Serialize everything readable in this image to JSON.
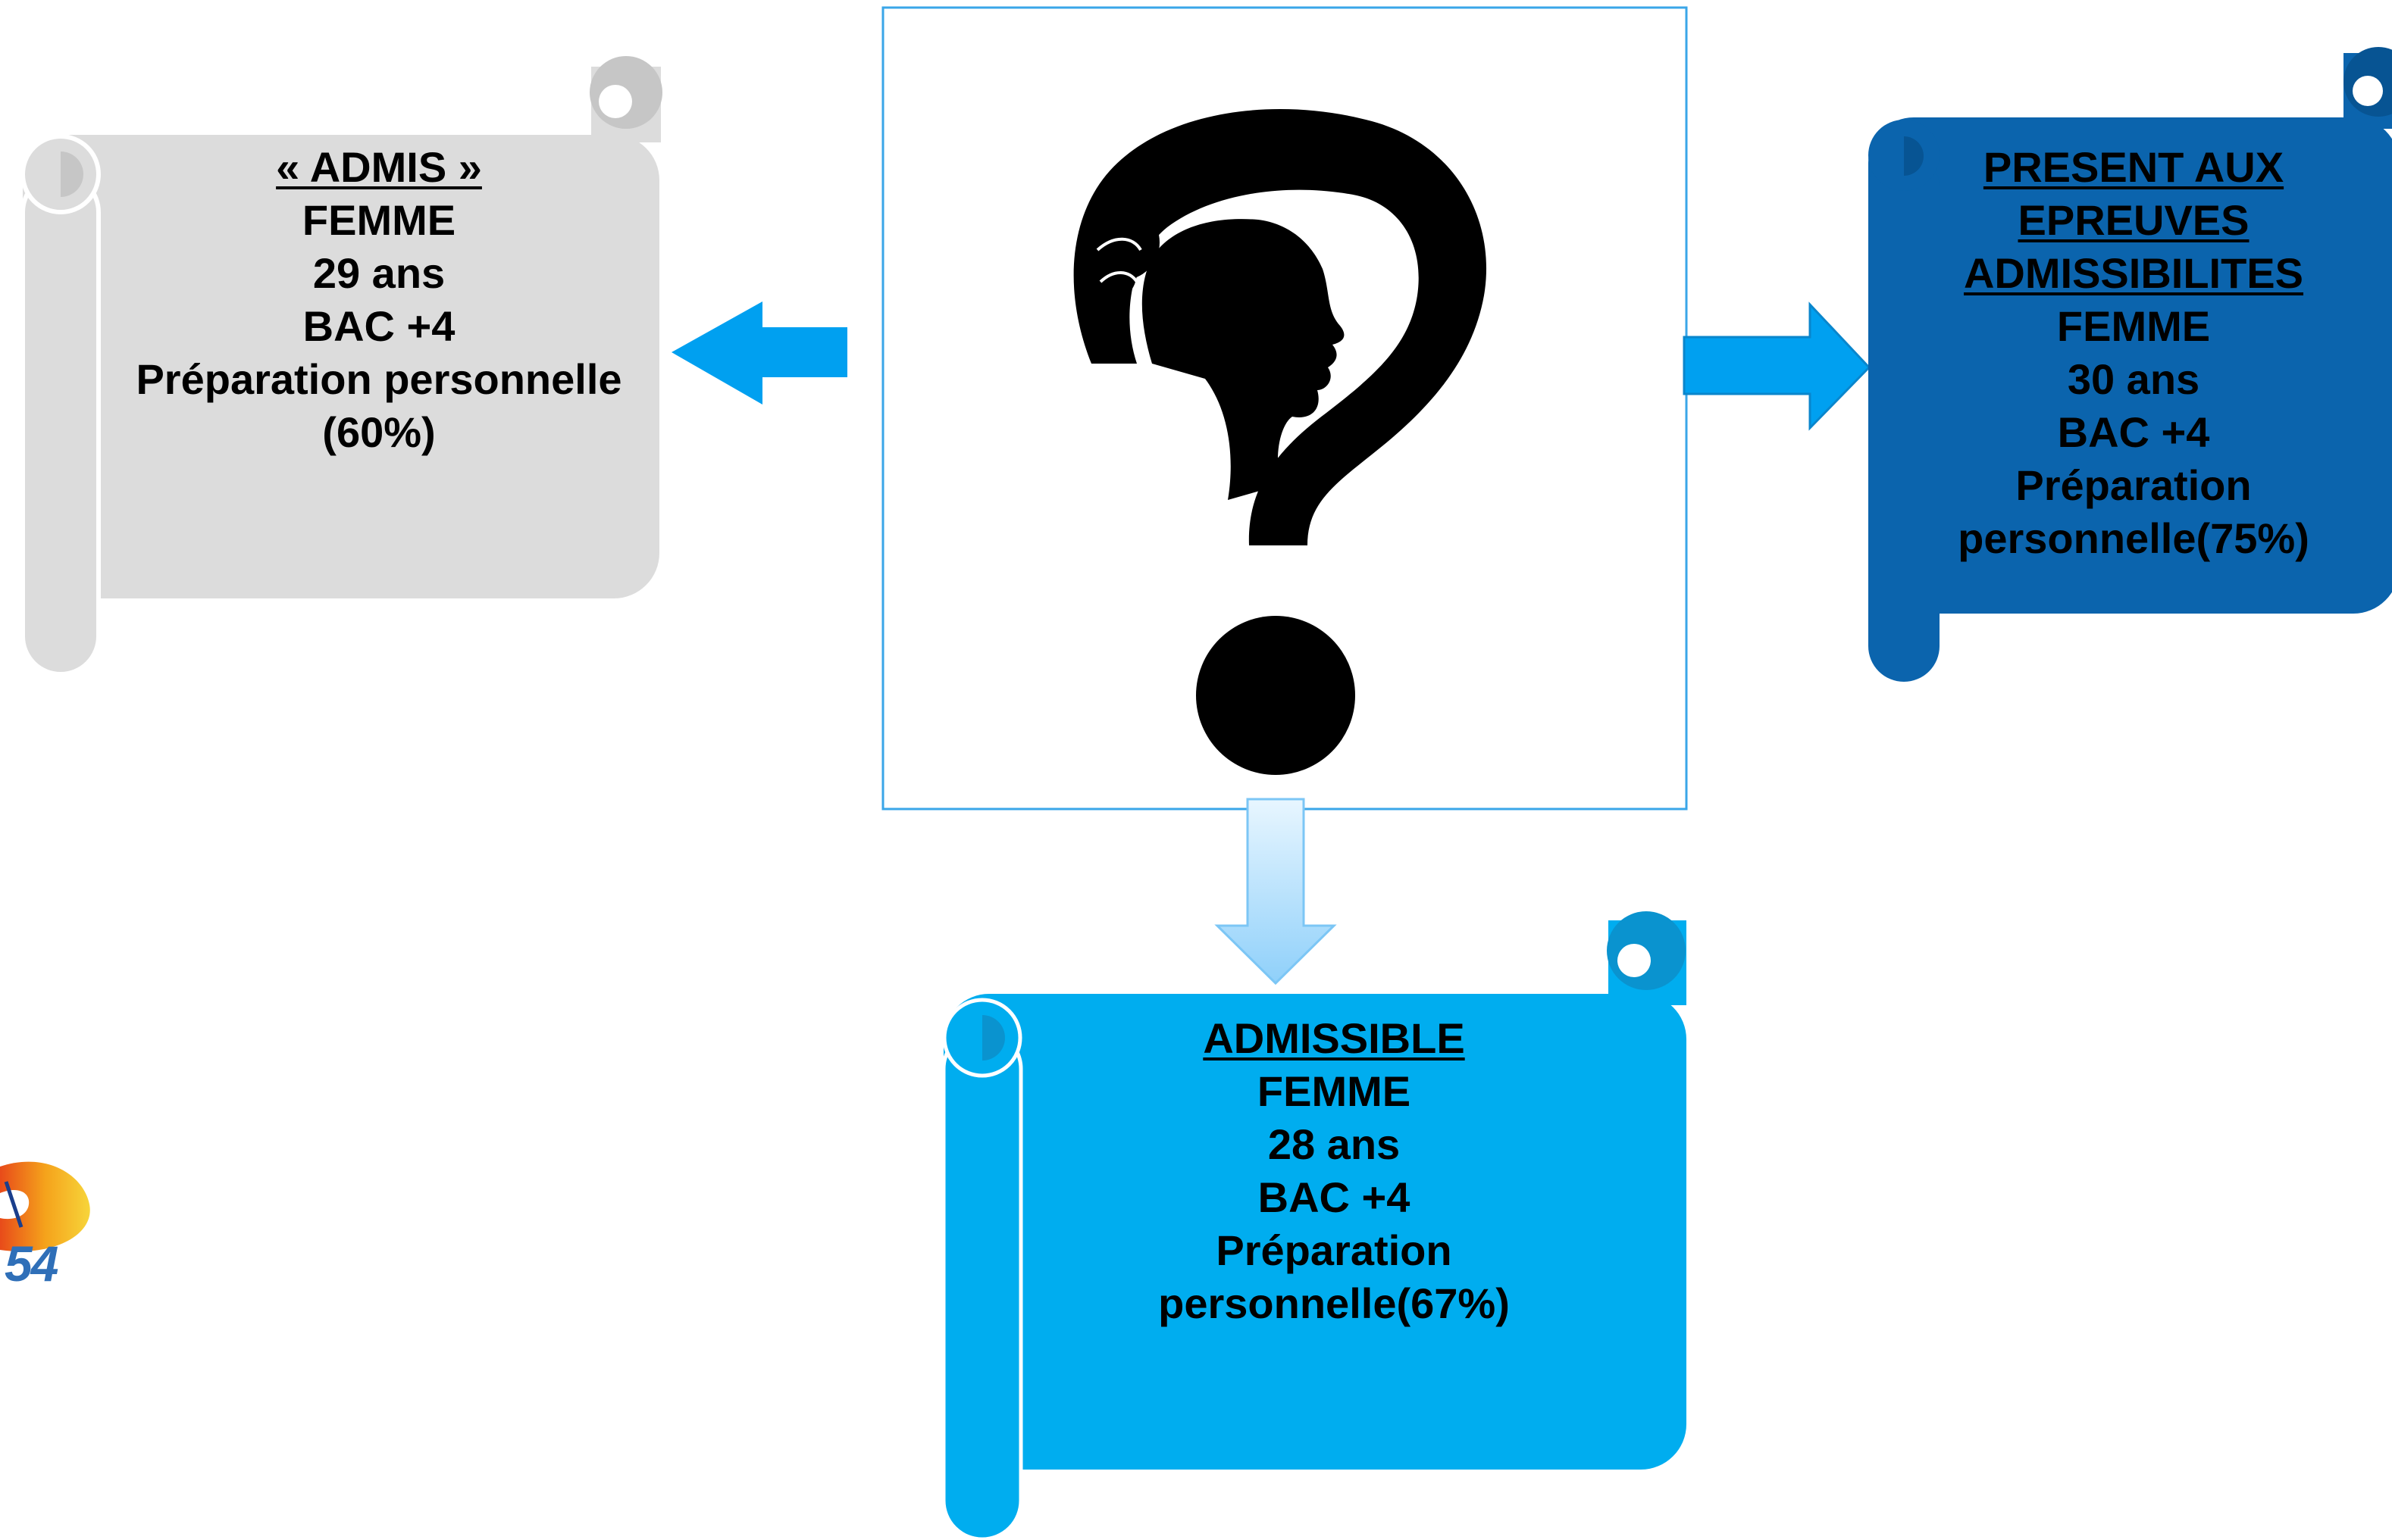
{
  "colors": {
    "grey_scroll": "#dcdcdc",
    "grey_scroll_dark": "#c6c6c6",
    "blue_scroll": "#0b64ad",
    "blue_scroll_dark": "#075493",
    "cyan_scroll": "#00adef",
    "cyan_scroll_dark": "#0a93cf",
    "arrow_blue": "#00a0f0",
    "arrow_light": "#a9dbfb",
    "frame": "#3aa6e8"
  },
  "center": {
    "icon": "question-mark-woman-silhouette-icon"
  },
  "left_scroll": {
    "title": "« ADMIS »",
    "lines": [
      "FEMME",
      "29 ans",
      "BAC +4",
      "Préparation personnelle",
      "(60%)"
    ]
  },
  "right_scroll": {
    "title_lines": [
      "PRESENT AUX",
      "EPREUVES",
      "ADMISSIBILITES"
    ],
    "lines": [
      "FEMME",
      "30 ans",
      "BAC +4",
      "Préparation",
      "personnelle(75%)"
    ]
  },
  "bottom_scroll": {
    "title": "ADMISSIBLE",
    "lines": [
      "FEMME",
      "28 ans",
      "BAC +4",
      "Préparation",
      "personnelle(67%)"
    ]
  },
  "logo": {
    "number": "54",
    "icon": "department-logo-icon"
  }
}
